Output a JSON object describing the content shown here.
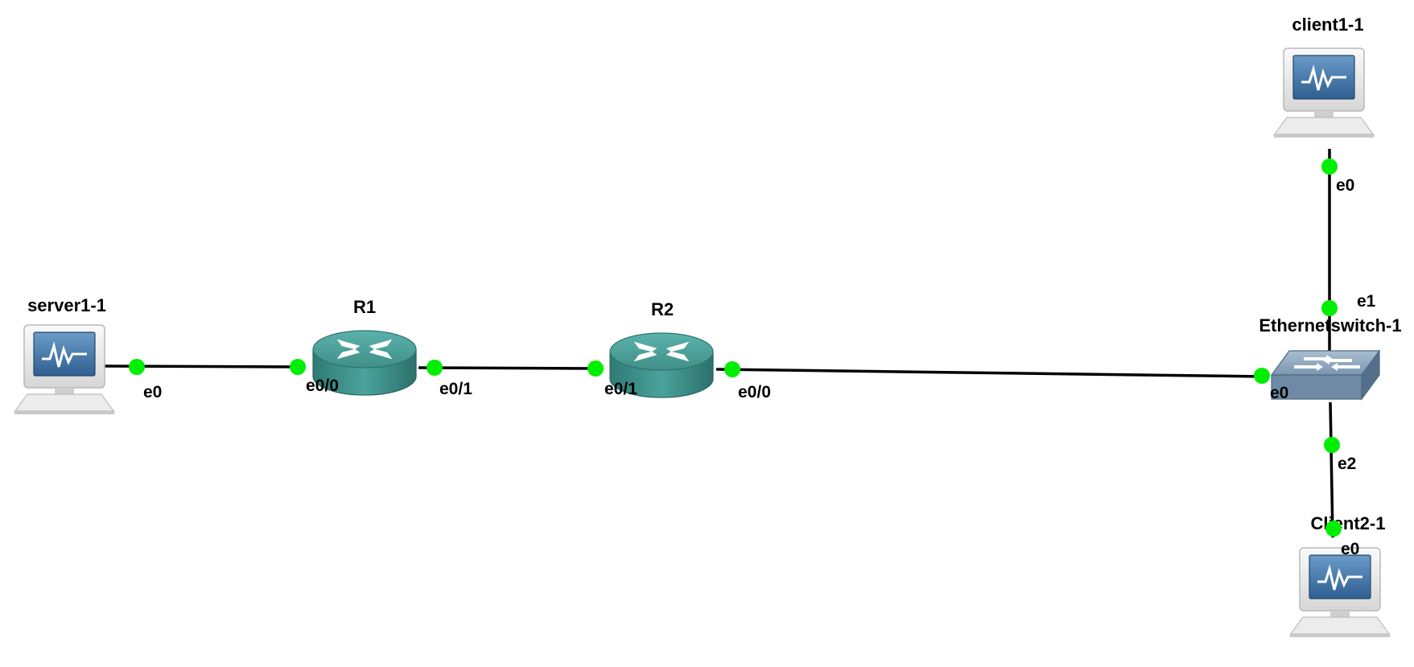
{
  "nodes": {
    "server": {
      "name": "server1-1",
      "icon": "computer-icon"
    },
    "r1": {
      "name": "R1",
      "icon": "router-icon"
    },
    "r2": {
      "name": "R2",
      "icon": "router-icon"
    },
    "switch": {
      "name": "Ethernetswitch-1",
      "icon": "switch-icon"
    },
    "client1": {
      "name": "client1-1",
      "icon": "computer-icon"
    },
    "client2": {
      "name": "Client2-1",
      "icon": "computer-icon"
    }
  },
  "ports": {
    "server_e0": "e0",
    "r1_e0_0": "e0/0",
    "r1_e0_1": "e0/1",
    "r2_e0_1": "e0/1",
    "r2_e0_0": "e0/0",
    "switch_e0": "e0",
    "switch_e1": "e1",
    "switch_e2": "e2",
    "client1_e0": "e0",
    "client2_e0": "e0"
  },
  "colors": {
    "port_active": "#00ee00",
    "link": "#000000",
    "router_body": "#3e8f8a",
    "switch_body": "#6f8aa5",
    "monitor_screen": "#3f6f9e"
  }
}
